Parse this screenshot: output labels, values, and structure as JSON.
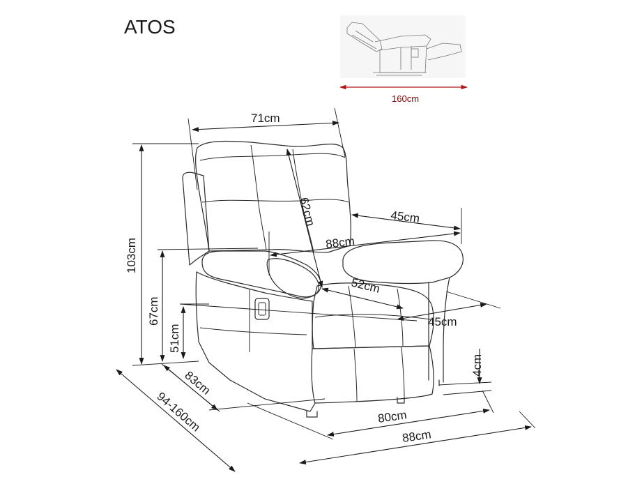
{
  "title": "ATOS",
  "inset": {
    "length_label": "160cm",
    "line_color": "#b01818",
    "label_color": "#8b0000"
  },
  "dimensions": {
    "back_width": "71cm",
    "back_height": "62cm",
    "armrest_depth": "45cm",
    "width_armrests": "88cm",
    "seat_depth": "52cm",
    "seat_width": "45cm",
    "total_height": "103cm",
    "armrest_height": "67cm",
    "seat_height": "51cm",
    "leg_height": "4cm",
    "depth": "83cm",
    "depth_reclined": "94-160cm",
    "width_front": "80cm",
    "width_total": "88cm"
  }
}
